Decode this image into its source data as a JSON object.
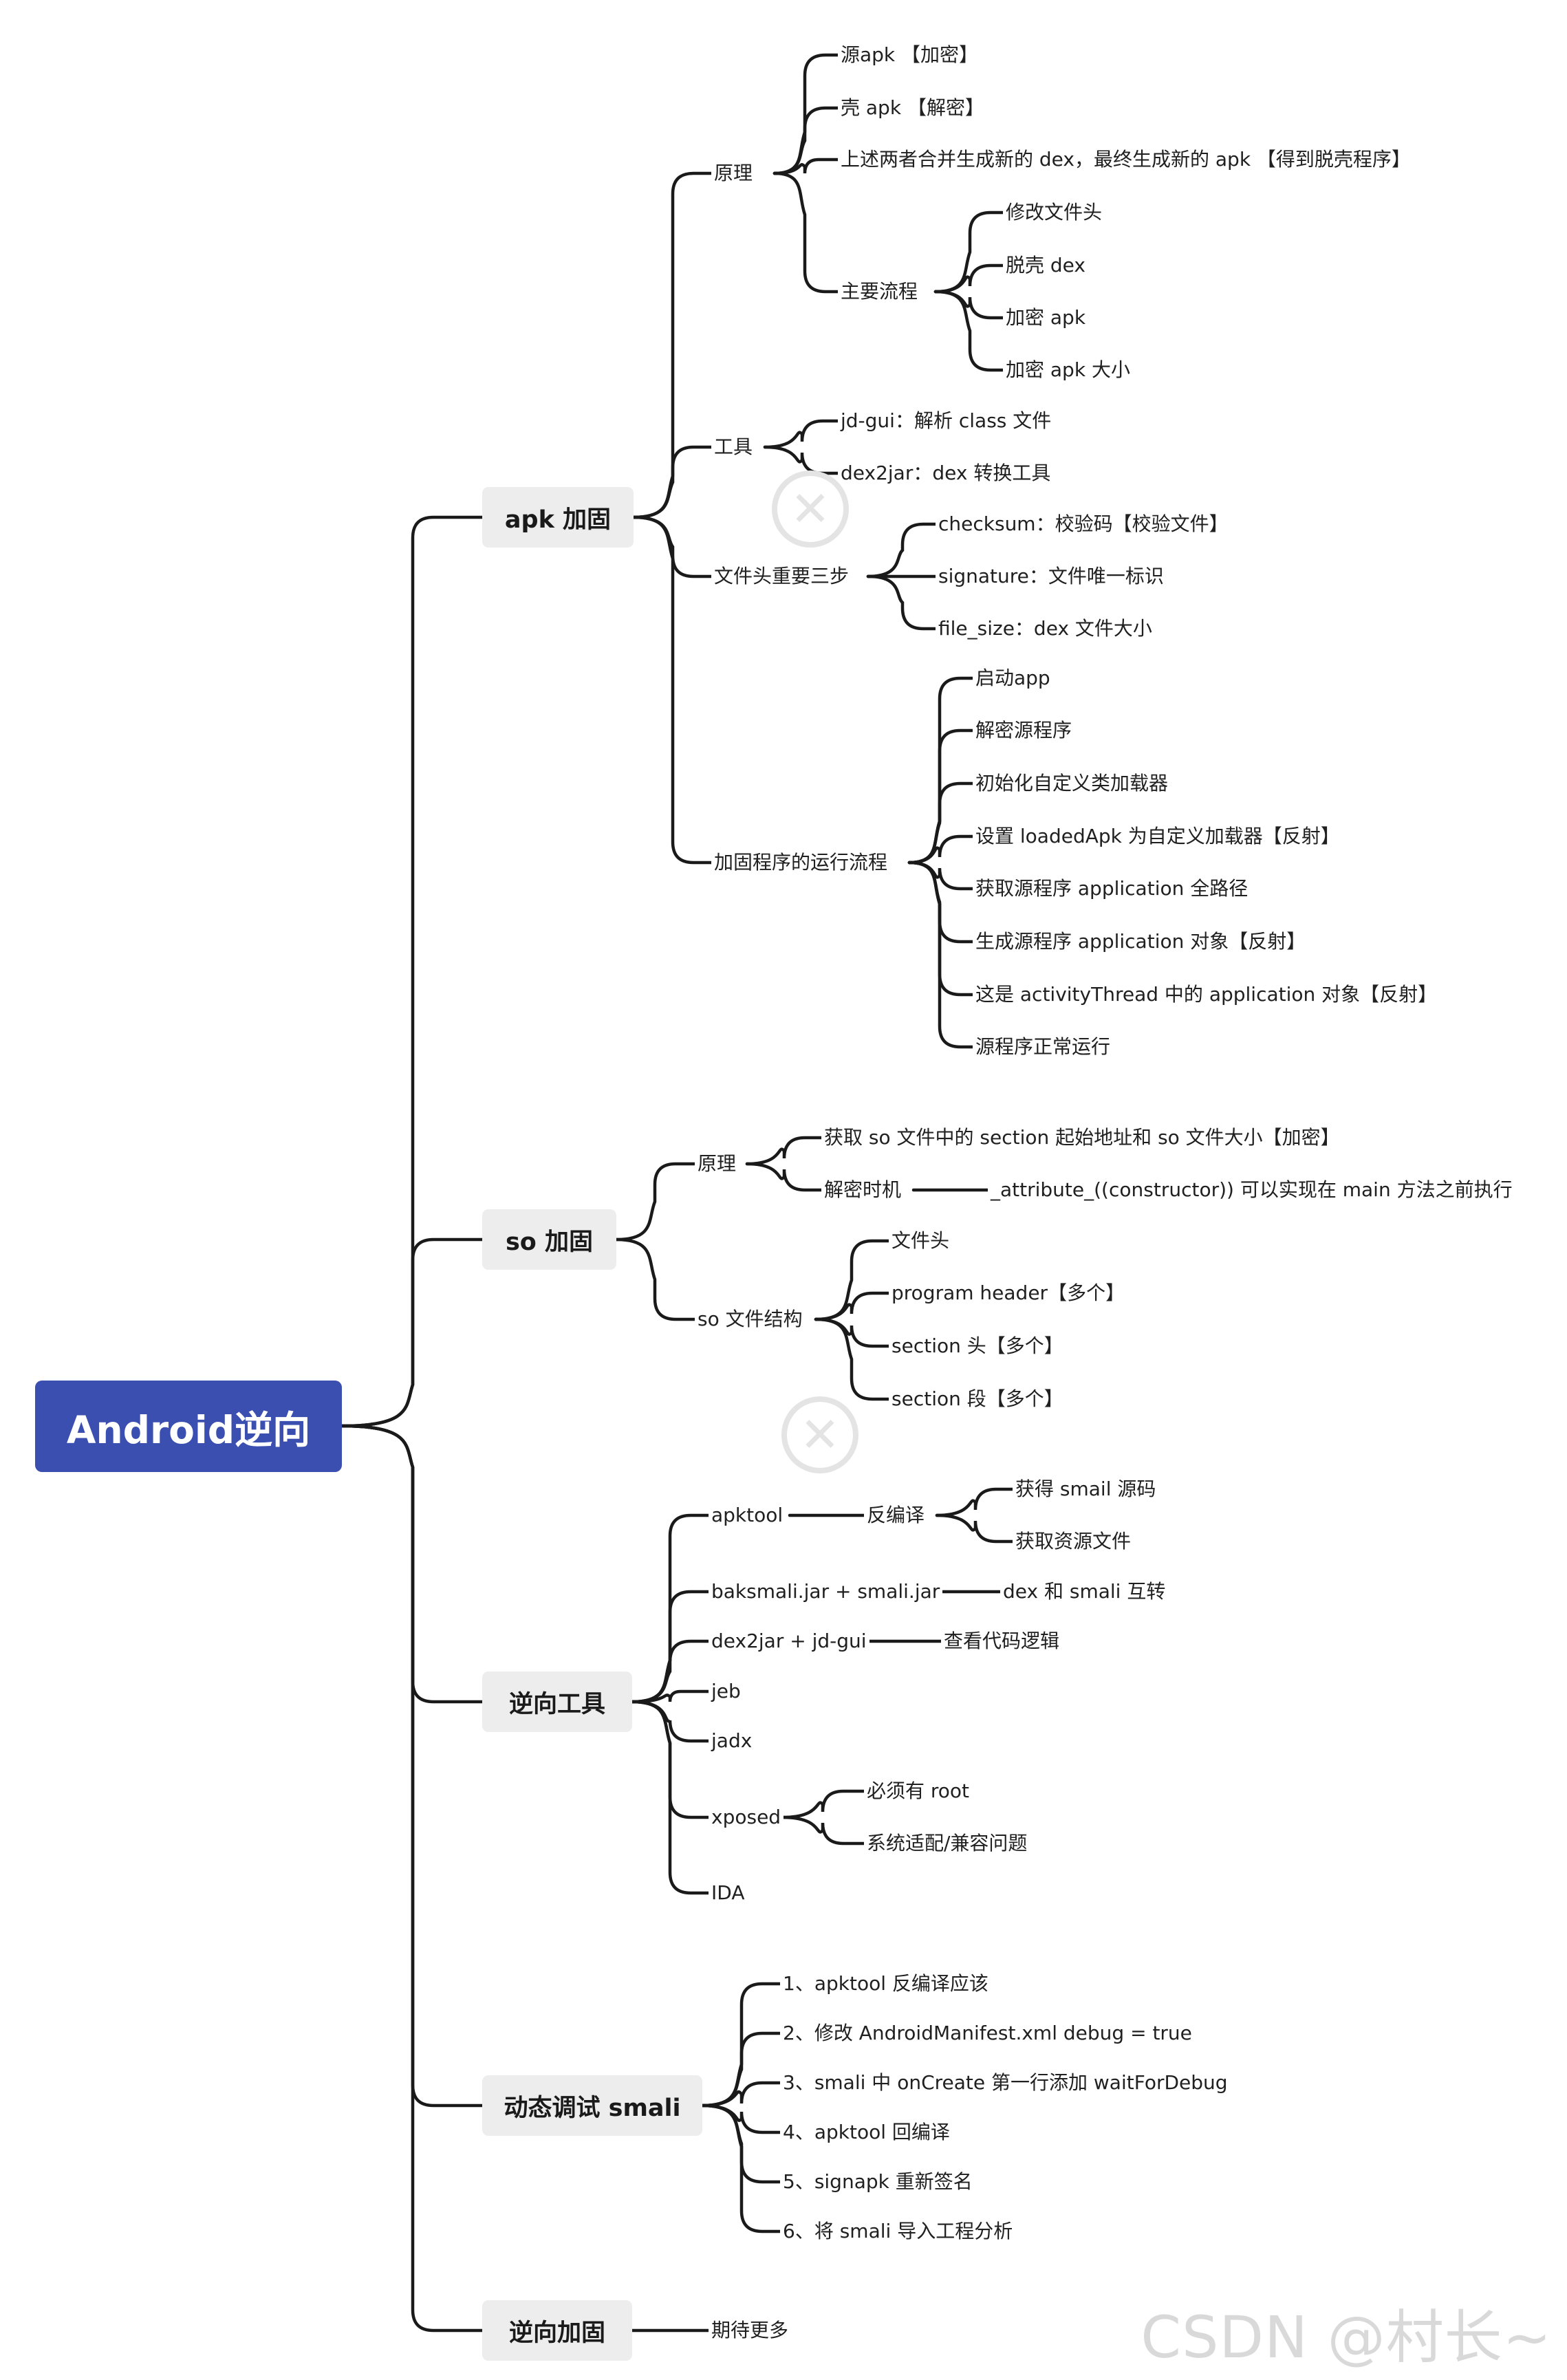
{
  "root": "Android逆向",
  "branches": {
    "apk": {
      "label": "apk 加固",
      "yuanli": {
        "label": "原理",
        "items": [
          "源apk 【加密】",
          "壳 apk 【解密】",
          "上述两者合并生成新的 dex，最终生成新的 apk 【得到脱壳程序】"
        ],
        "flow": {
          "label": "主要流程",
          "items": [
            "修改文件头",
            "脱壳 dex",
            "加密 apk",
            "加密 apk 大小"
          ]
        }
      },
      "tools": {
        "label": "工具",
        "items": [
          "jd-gui：解析 class 文件",
          "dex2jar：dex 转换工具"
        ]
      },
      "header": {
        "label": "文件头重要三步",
        "items": [
          "checksum：校验码【校验文件】",
          "signature：文件唯一标识",
          "file_size：dex 文件大小"
        ]
      },
      "run": {
        "label": "加固程序的运行流程",
        "items": [
          "启动app",
          "解密源程序",
          "初始化自定义类加载器",
          "设置 loadedApk 为自定义加载器【反射】",
          "获取源程序 application 全路径",
          "生成源程序 application 对象【反射】",
          "这是 activityThread 中的 application 对象【反射】",
          "源程序正常运行"
        ]
      }
    },
    "so": {
      "label": "so 加固",
      "yuanli": {
        "label": "原理",
        "item1": "获取 so 文件中的 section 起始地址和 so 文件大小【加密】",
        "timing": "解密时机",
        "timing_detail": "_attribute_((constructor)) 可以实现在 main 方法之前执行"
      },
      "struct": {
        "label": "so 文件结构",
        "items": [
          "文件头",
          "program header【多个】",
          "section 头【多个】",
          "section 段【多个】"
        ]
      }
    },
    "tools": {
      "label": "逆向工具",
      "apktool": {
        "label": "apktool",
        "decompile": "反编译",
        "items": [
          "获得 smail 源码",
          "获取资源文件"
        ]
      },
      "baksmali": {
        "label": "baksmali.jar + smali.jar",
        "detail": "dex 和 smali 互转"
      },
      "dex2jar": {
        "label": "dex2jar + jd-gui",
        "detail": "查看代码逻辑"
      },
      "jeb": "jeb",
      "jadx": "jadx",
      "xposed": {
        "label": "xposed",
        "items": [
          "必须有 root",
          "系统适配/兼容问题"
        ]
      },
      "ida": "IDA"
    },
    "debug": {
      "label": "动态调试 smali",
      "items": [
        "1、apktool 反编译应该",
        "2、修改 AndroidManifest.xml  debug = true",
        "3、smali 中 onCreate 第一行添加 waitForDebug",
        "4、apktool 回编译",
        "5、signapk 重新签名",
        "6、将 smali 导入工程分析"
      ]
    },
    "harden": {
      "label": "逆向加固",
      "item": "期待更多"
    }
  },
  "watermark": "CSDN @村长~",
  "xmind_icon": "xmind-logo-icon"
}
